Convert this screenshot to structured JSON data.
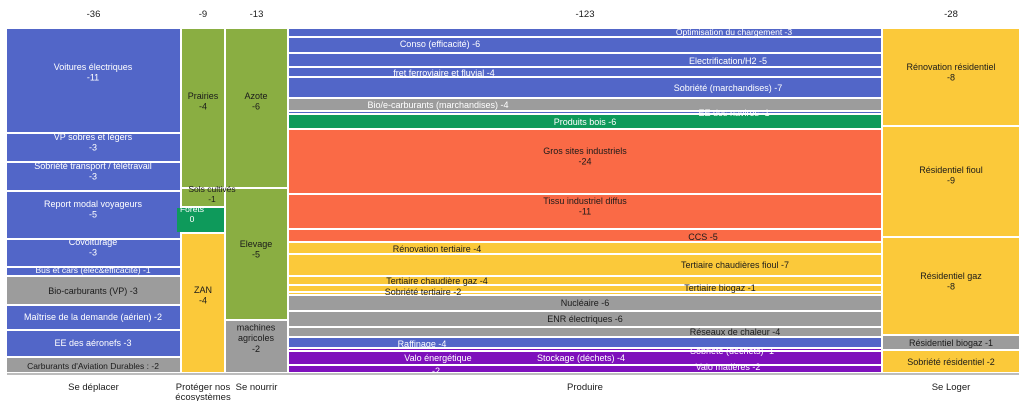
{
  "chart_data": {
    "type": "marimekko",
    "colors": {
      "blue": "#5266C8",
      "olive": "#8AAE42",
      "gray": "#9C9C9C",
      "green": "#0E9A5B",
      "orange": "#FA6A46",
      "yellow": "#FBC93A",
      "purple": "#7E10BC"
    },
    "columns": [
      {
        "name": "Se déplacer",
        "total": "-36",
        "segments": [
          {
            "label": "Voitures électriques",
            "value": -11,
            "color": "blue",
            "text_color": "#ffffff",
            "lines": [
              "Voitures électriques",
              "-11"
            ]
          },
          {
            "label": "VP sobres et légers",
            "value": -3,
            "color": "blue",
            "text_color": "#ffffff",
            "lines": [
              "VP sobres et légers",
              "-3"
            ]
          },
          {
            "label": "Sobriété transport / télétravail",
            "value": -3,
            "color": "blue",
            "text_color": "#ffffff",
            "lines": [
              "Sobriété transport / télétravail",
              "-3"
            ]
          },
          {
            "label": "Report modal voyageurs",
            "value": -5,
            "color": "blue",
            "text_color": "#ffffff",
            "lines": [
              "Report modal voyageurs",
              "-5"
            ]
          },
          {
            "label": "Covoiturage",
            "value": -3,
            "color": "blue",
            "text_color": "#ffffff",
            "lines": [
              "Covoiturage",
              "-3"
            ]
          },
          {
            "label": "Bus et cars (élec&efficacité)",
            "value": -1,
            "color": "blue",
            "text_color": "#ffffff",
            "lines": [
              "Bus et cars (élec&efficacité) -1"
            ]
          },
          {
            "label": "Bio-carburants (VP)",
            "value": -3,
            "color": "gray",
            "text_color": "#1a1a1a",
            "lines": [
              "Bio-carburants (VP) -3"
            ]
          },
          {
            "label": "Maîtrise de la demande (aérien)",
            "value": -2,
            "color": "blue",
            "text_color": "#ffffff",
            "lines": [
              "Maîtrise de la demande (aérien) -2"
            ]
          },
          {
            "label": "EE des aéronefs",
            "value": -3,
            "color": "blue",
            "text_color": "#ffffff",
            "lines": [
              "EE des aéronefs -3"
            ]
          },
          {
            "label": "Carburants d'Aviation Durables",
            "value": -2,
            "color": "gray",
            "text_color": "#1a1a1a",
            "lines": [
              "Carburants d'Aviation Durables : -2"
            ]
          }
        ]
      },
      {
        "name": "Protéger nos écosystèmes",
        "total": "-9",
        "segments": [
          {
            "label": "Prairies",
            "value": -4,
            "color": "olive",
            "text_color": "#1a1a1a",
            "lines": [
              "Prairies",
              "-4"
            ]
          },
          {
            "label": "Sols cultivés",
            "value": -1,
            "color": "olive",
            "text_color": "#1a1a1a",
            "lines": [
              "Sols cultivés",
              "-1"
            ]
          },
          {
            "label": "Forêts",
            "value": 0,
            "color": "green",
            "text_color": "#ffffff",
            "lines": [
              "Forêts",
              "0"
            ]
          },
          {
            "label": "ZAN",
            "value": -4,
            "color": "yellow",
            "text_color": "#1a1a1a",
            "lines": [
              "ZAN",
              "-4"
            ]
          }
        ]
      },
      {
        "name": "Se nourrir",
        "total": "-13",
        "segments": [
          {
            "label": "Azote",
            "value": -6,
            "color": "olive",
            "text_color": "#1a1a1a",
            "lines": [
              "Azote",
              "-6"
            ]
          },
          {
            "label": "Elevage",
            "value": -5,
            "color": "olive",
            "text_color": "#1a1a1a",
            "lines": [
              "Elevage",
              "-5"
            ]
          },
          {
            "label": "machines agricoles",
            "value": -2,
            "color": "gray",
            "text_color": "#1a1a1a",
            "lines": [
              "machines",
              "agricoles",
              "-2"
            ]
          }
        ]
      },
      {
        "name": "Produire",
        "total": "-123",
        "segments": [
          {
            "label": "Optimisation du chargement",
            "value": -3,
            "color": "blue",
            "text_color": "#ffffff",
            "lines": [
              "Optimisation du chargement -3"
            ]
          },
          {
            "label": "Conso (efficacité)",
            "value": -6,
            "color": "blue",
            "text_color": "#ffffff",
            "lines": [
              "Conso (efficacité) -6"
            ]
          },
          {
            "label": "Electrification/H2",
            "value": -5,
            "color": "blue",
            "text_color": "#ffffff",
            "lines": [
              "Electrification/H2 -5"
            ]
          },
          {
            "label": "fret ferroviaire et fluvial",
            "value": -4,
            "color": "blue",
            "text_color": "#ffffff",
            "lines": [
              "fret ferroviaire et fluvial -4"
            ]
          },
          {
            "label": "Sobriété (marchandises)",
            "value": -7,
            "color": "blue",
            "text_color": "#ffffff",
            "lines": [
              "Sobriété (marchandises) -7"
            ]
          },
          {
            "label": "Bio/e-carburants (marchandises)",
            "value": -4,
            "color": "gray",
            "text_color": "#ffffff",
            "lines": [
              "Bio/e-carburants (marchandises) -4"
            ]
          },
          {
            "label": "EE des navires",
            "value": -1,
            "color": "blue",
            "text_color": "#ffffff",
            "lines": [
              "EE des navires -1"
            ]
          },
          {
            "label": "Produits bois",
            "value": -6,
            "color": "green",
            "text_color": "#ffffff",
            "lines": [
              "Produits bois -6"
            ]
          },
          {
            "label": "Gros sites industriels",
            "value": -24,
            "color": "orange",
            "text_color": "#1a1a1a",
            "lines": [
              "Gros sites industriels",
              "-24"
            ]
          },
          {
            "label": "Tissu industriel diffus",
            "value": -11,
            "color": "orange",
            "text_color": "#1a1a1a",
            "lines": [
              "Tissu industriel diffus",
              "-11"
            ]
          },
          {
            "label": "CCS",
            "value": -5,
            "color": "orange",
            "text_color": "#1a1a1a",
            "lines": [
              "CCS -5"
            ]
          },
          {
            "label": "Rénovation tertiaire",
            "value": -4,
            "color": "yellow",
            "text_color": "#1a1a1a",
            "lines": [
              "Rénovation tertiaire -4"
            ]
          },
          {
            "label": "Tertiaire chaudières fioul",
            "value": -7,
            "color": "yellow",
            "text_color": "#1a1a1a",
            "lines": [
              "Tertiaire chaudières fioul -7"
            ]
          },
          {
            "label": "Tertiaire chaudière gaz",
            "value": -4,
            "color": "yellow",
            "text_color": "#1a1a1a",
            "lines": [
              "Tertiaire chaudière gaz -4"
            ]
          },
          {
            "label": "Sobriété tertiaire",
            "value": -2,
            "color": "yellow",
            "text_color": "#1a1a1a",
            "lines": [
              "Sobriété tertiaire -2"
            ]
          },
          {
            "label": "Tertiaire biogaz",
            "value": -1,
            "color": "yellow",
            "text_color": "#1a1a1a",
            "lines": [
              "Tertiaire biogaz -1"
            ]
          },
          {
            "label": "Nucléaire",
            "value": -6,
            "color": "gray",
            "text_color": "#1a1a1a",
            "lines": [
              "Nucléaire -6"
            ]
          },
          {
            "label": "ENR électriques",
            "value": -6,
            "color": "gray",
            "text_color": "#1a1a1a",
            "lines": [
              "ENR électriques -6"
            ]
          },
          {
            "label": "Réseaux de chaleur",
            "value": -4,
            "color": "gray",
            "text_color": "#1a1a1a",
            "lines": [
              "Réseaux de chaleur -4"
            ]
          },
          {
            "label": "Raffinage",
            "value": -4,
            "color": "blue",
            "text_color": "#ffffff",
            "lines": [
              "Raffinage -4"
            ]
          },
          {
            "label": "Sobriété (déchets)",
            "value": -1,
            "color": "purple",
            "text_color": "#ffffff",
            "lines": [
              "Sobriété (déchets) -1"
            ]
          },
          {
            "label": "Valo énergétique",
            "value": null,
            "color": "purple",
            "text_color": "#ffffff",
            "lines": [
              "Valo énergétique"
            ]
          },
          {
            "label": "Stockage (déchets)",
            "value": -4,
            "color": "purple",
            "text_color": "#ffffff",
            "lines": [
              "Stockage (déchets) -4"
            ]
          },
          {
            "label": "Valo matières",
            "value": -2,
            "color": "purple",
            "text_color": "#ffffff",
            "lines": [
              "Valo matières -2"
            ]
          },
          {
            "label": "",
            "value": -2,
            "color": "purple",
            "text_color": "#ffffff",
            "lines": [
              "-2"
            ]
          }
        ]
      },
      {
        "name": "Se Loger",
        "total": "-28",
        "segments": [
          {
            "label": "Rénovation résidentiel",
            "value": -8,
            "color": "yellow",
            "text_color": "#1a1a1a",
            "lines": [
              "Rénovation résidentiel",
              "-8"
            ]
          },
          {
            "label": "Résidentiel fioul",
            "value": -9,
            "color": "yellow",
            "text_color": "#1a1a1a",
            "lines": [
              "Résidentiel fioul",
              "-9"
            ]
          },
          {
            "label": "Résidentiel gaz",
            "value": -8,
            "color": "yellow",
            "text_color": "#1a1a1a",
            "lines": [
              "Résidentiel gaz",
              "-8"
            ]
          },
          {
            "label": "Résidentiel biogaz",
            "value": -1,
            "color": "gray",
            "text_color": "#1a1a1a",
            "lines": [
              "Résidentiel biogaz -1"
            ]
          },
          {
            "label": "Sobriété résidentiel",
            "value": -2,
            "color": "yellow",
            "text_color": "#1a1a1a",
            "lines": [
              "Sobriété résidentiel -2"
            ]
          }
        ]
      }
    ],
    "footer_labels": [
      "Se déplacer",
      "Protéger nos\nécosystèmes",
      "Se nourrir",
      "Produire",
      "Se Loger"
    ]
  }
}
